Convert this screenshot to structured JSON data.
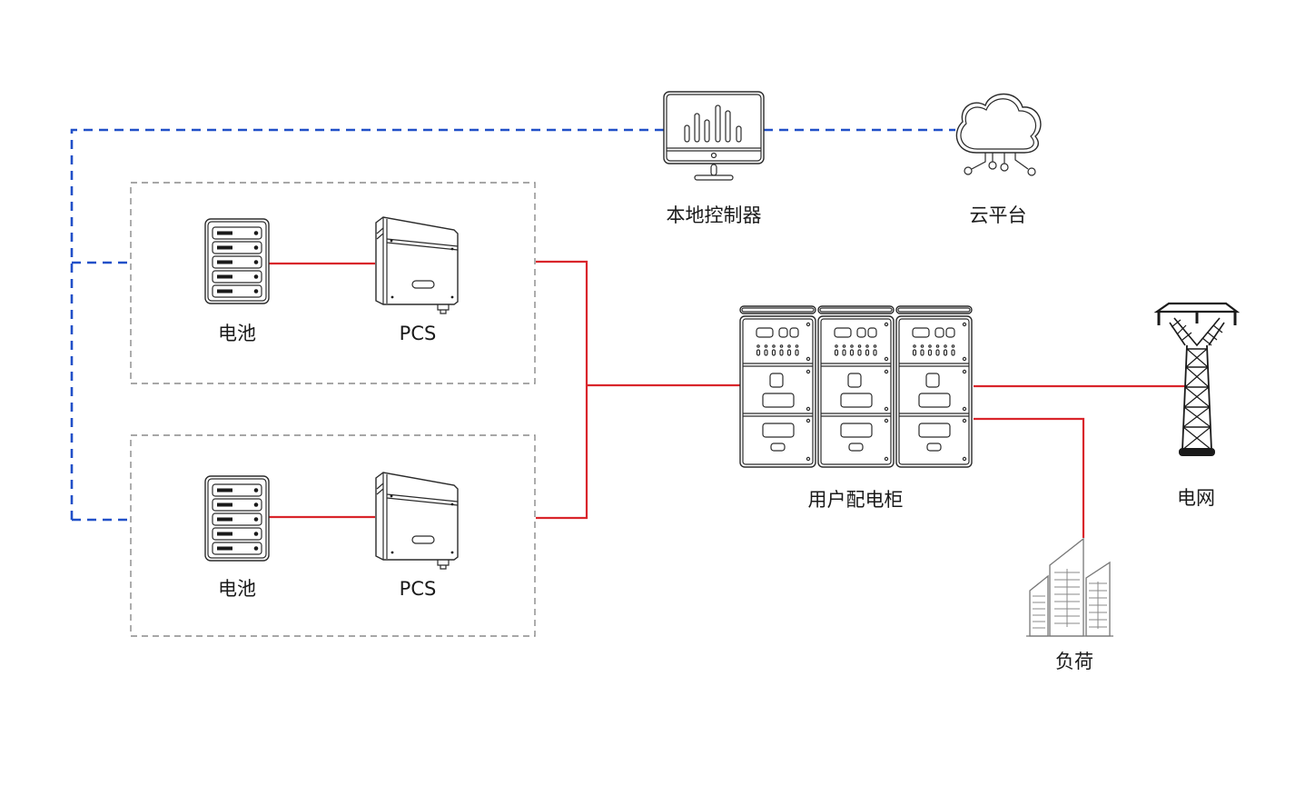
{
  "diagram": {
    "nodes": {
      "controller": {
        "label": "本地控制器",
        "icon": "monitor-icon"
      },
      "cloud": {
        "label": "云平台",
        "icon": "cloud-icon"
      },
      "battery_1": {
        "label": "电池",
        "icon": "battery-rack-icon"
      },
      "pcs_1": {
        "label": "PCS",
        "icon": "pcs-inverter-icon"
      },
      "battery_2": {
        "label": "电池",
        "icon": "battery-rack-icon"
      },
      "pcs_2": {
        "label": "PCS",
        "icon": "pcs-inverter-icon"
      },
      "cabinet": {
        "label": "用户配电柜",
        "icon": "distribution-cabinet-icon"
      },
      "grid": {
        "label": "电网",
        "icon": "transmission-tower-icon"
      },
      "load": {
        "label": "负荷",
        "icon": "buildings-icon"
      }
    },
    "connections": [
      {
        "from": "battery_1",
        "to": "pcs_1",
        "type": "power"
      },
      {
        "from": "battery_2",
        "to": "pcs_2",
        "type": "power"
      },
      {
        "from": "pcs_1",
        "to": "cabinet",
        "type": "power"
      },
      {
        "from": "pcs_2",
        "to": "cabinet",
        "type": "power"
      },
      {
        "from": "cabinet",
        "to": "grid",
        "type": "power"
      },
      {
        "from": "cabinet",
        "to": "load",
        "type": "power"
      },
      {
        "from": "controller",
        "to": "cloud",
        "type": "communication"
      },
      {
        "from": "controller",
        "to": "storage_unit_1",
        "type": "communication"
      },
      {
        "from": "controller",
        "to": "storage_unit_2",
        "type": "communication"
      }
    ],
    "colors": {
      "power_line": "#d9252b",
      "comm_line": "#2150c8",
      "group_border": "#8a8a8a",
      "icon_stroke": "#2b2b2b"
    }
  }
}
